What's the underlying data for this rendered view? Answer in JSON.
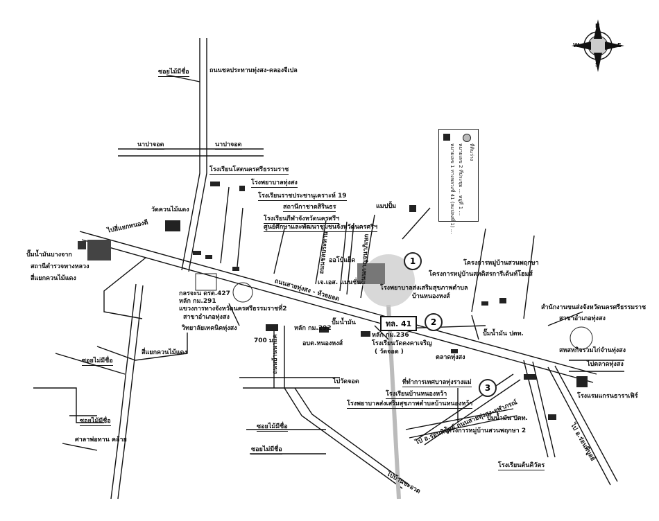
{
  "roads": {
    "main_highway": "ถนนสายทุ่งสง - ห้วยยอด",
    "hw_number": "41",
    "hw_prefix": "ทล.",
    "road_north": "ถนนชลประทานทุ่งสง-คลองจีเปล",
    "road_left_to": "ไปสี่แยกทนองดี",
    "road_sub": "ไปวัดจอด",
    "to_bottom": "ไปบ้านชะอวด",
    "to_right_bottom": "ไป อ.ร่อนพิบูลย์",
    "to_bottom_left": "ไป อ.ร่อนพิบูลย์ ถนนสายทุ่งสง-จุฬาภรณ์",
    "soi_1": "ซอยไม้มีชื่อ",
    "soi_2": "ซอยไม้มีชื่อ",
    "soi_3": "ซอยไม่มีชื่อ",
    "soi_4": "ซอยไม่มีชื่อ",
    "soi_top_left": "ซอยไม้มีชื่อ",
    "road_upper_a": "นาปาจอด",
    "road_upper_b": "นาปาจอด",
    "kanjana": "ถนนกาญจนาภิเษก",
    "chonlaprathan": "ถนนชลประทาน",
    "bottom_vertical": "ถนนบ้านนาแค",
    "distance": "700 ม."
  },
  "places": {
    "school_nakhon": "โรงเรียนโสตนครศรีธรรมราช",
    "hospital": "โรงพยาบาลทุ่งสง",
    "school_pracha": "โรงเรียนราชประชานุเคราะห์ 19",
    "station_chat": "สถานีกาชาดสิรินธร",
    "school_sport": "โรงเรียนกีฬาจังหวัดนครศรีฯ",
    "center_edu": "ศูนย์ศึกษาและพัฒนาชุมชนจังหวัดนครศรีฯ",
    "wat_kuan": "วัดควนไม้แดง",
    "gas_bangchak": "ปั๊มน้ำมันบางจาก",
    "police": "สถานีตำรวจทางหลวง",
    "junction_kuan": "สี่แยกควนไม้แดง",
    "junction_kuan2": "สี่แยกควนไม้แดง",
    "kasetrat": "กลรจะน ดรต.427",
    "lak_291": "หลัก กม.291",
    "highway_office": "แขวงการทางจังหวัดนครศรีธรรมราชที่2",
    "district_office": "สาขาอำเภอทุ่งสง",
    "technical_college": "วิทยาลัยเทคนิคทุ่งสง",
    "lak_292": "หลัก กม.292",
    "gas_1": "ปั๊มน้ำมัน",
    "aobt": "อบต.หนองหงส์",
    "lak_236": "หลัก กม.236",
    "school_wat": "โรงเรียนวัดคงคาเจริญ",
    "wat_jod": "( วัดจอด )",
    "market": "แมปปั้ม",
    "super": "ออโบ้แย็ด",
    "jj_shop": "เจ.เอส. แมนชั่น",
    "moo_suan": "โครงการหมู่บ้านสวนพฤกษา",
    "moo_sahakorn": "โครงการหมู่บ้านสหดิสรการีเด้นท์โฮมส์",
    "hospital_sub": "โรงพยาบาลส่งเสริมสุขภาพตำบล",
    "moo_nong": "บ้านหนองหงส์",
    "provincial_office": "สำนักงานขนส่งจังหวัดนครศรีธรรมราช",
    "branch_tungsong": "สาขาอำเภอทุ่งสง",
    "gas_ptt": "ปั๊มน้ำมัน ปตท.",
    "kubota": "สหสหกิจรวมไก่จำนทุ่งสง",
    "talad": "ไปตลาดทุ่งสง",
    "hotel": "โรงแรมแกรนธาราเฟิร์",
    "kasetkun": "ศาลาพ่อทาน คล้าย",
    "tessaban": "ที่ทำการเทศบาลทุ่งรางแม่",
    "school_nong": "โรงเรียนบ้านหนองหว้า",
    "hospital_nong": "โรงพยาบาลส่งเสริมสุขภาพตำบลบ้านหนองหว้า",
    "gas_ptt2": "ปั๊มน้ำมัน ปตท.",
    "moo_suan2": "โครงการหมู่บ้านสวนพฤกษา 2",
    "school_kan": "โรงเรียนต้นคิวัตร",
    "talad2": "ตลาดทุ่งสง"
  },
  "legend": {
    "line1": "หมายเลข 1 ทางหลวงที่ 41 (ลแปลงที่ 1) ...",
    "line2": "หมายเลข 2 ที่ประชุม ... หมู่ที่ 1 ...",
    "line3": "ที่ดินว่าง"
  },
  "markers": [
    "1",
    "2",
    "3"
  ],
  "compass": {
    "N": "N",
    "S": "S",
    "E": "E",
    "W": "W"
  }
}
